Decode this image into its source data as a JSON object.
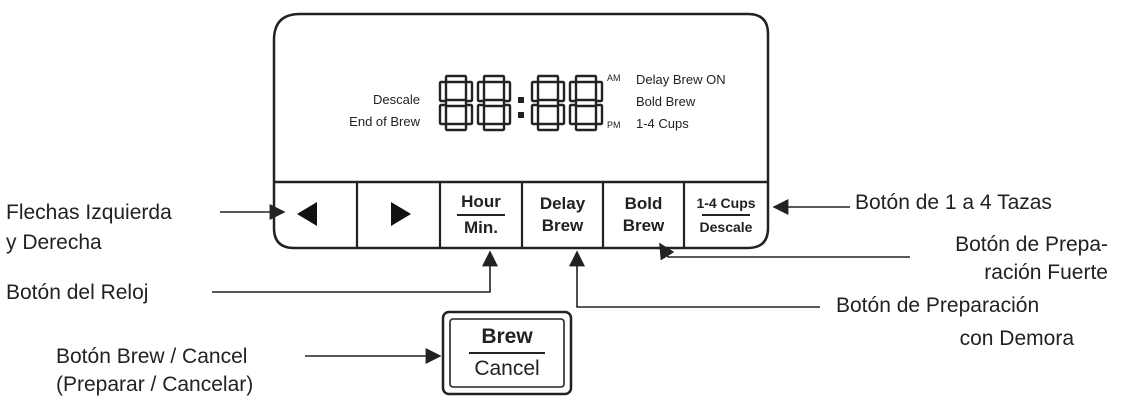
{
  "display": {
    "time": "88:88",
    "am": "AM",
    "pm": "PM",
    "left_indicators": [
      "Descale",
      "End of Brew"
    ],
    "right_indicators": [
      "Delay Brew ON",
      "Bold Brew",
      "1-4 Cups"
    ]
  },
  "buttons": [
    {
      "icon": "arrow-left-icon"
    },
    {
      "icon": "arrow-right-icon"
    },
    {
      "top": "Hour",
      "bottom": "Min."
    },
    {
      "top": "Delay",
      "bottom": "Brew"
    },
    {
      "top": "Bold",
      "bottom": "Brew"
    },
    {
      "top": "1-4 Cups",
      "bottom": "Descale"
    }
  ],
  "brew_button": {
    "top": "Brew",
    "bottom": "Cancel"
  },
  "labels": {
    "arrows": [
      "Flechas Izquierda",
      "y Derecha"
    ],
    "clock": "Botón del Reloj",
    "brew_cancel": [
      "Botón Brew / Cancel",
      "(Preparar / Cancelar)"
    ],
    "cups": "Botón de 1 a 4 Tazas",
    "bold": [
      "Botón de Prepa-",
      "ración Fuerte"
    ],
    "delay": [
      "Botón de Preparación",
      "con Demora"
    ]
  }
}
